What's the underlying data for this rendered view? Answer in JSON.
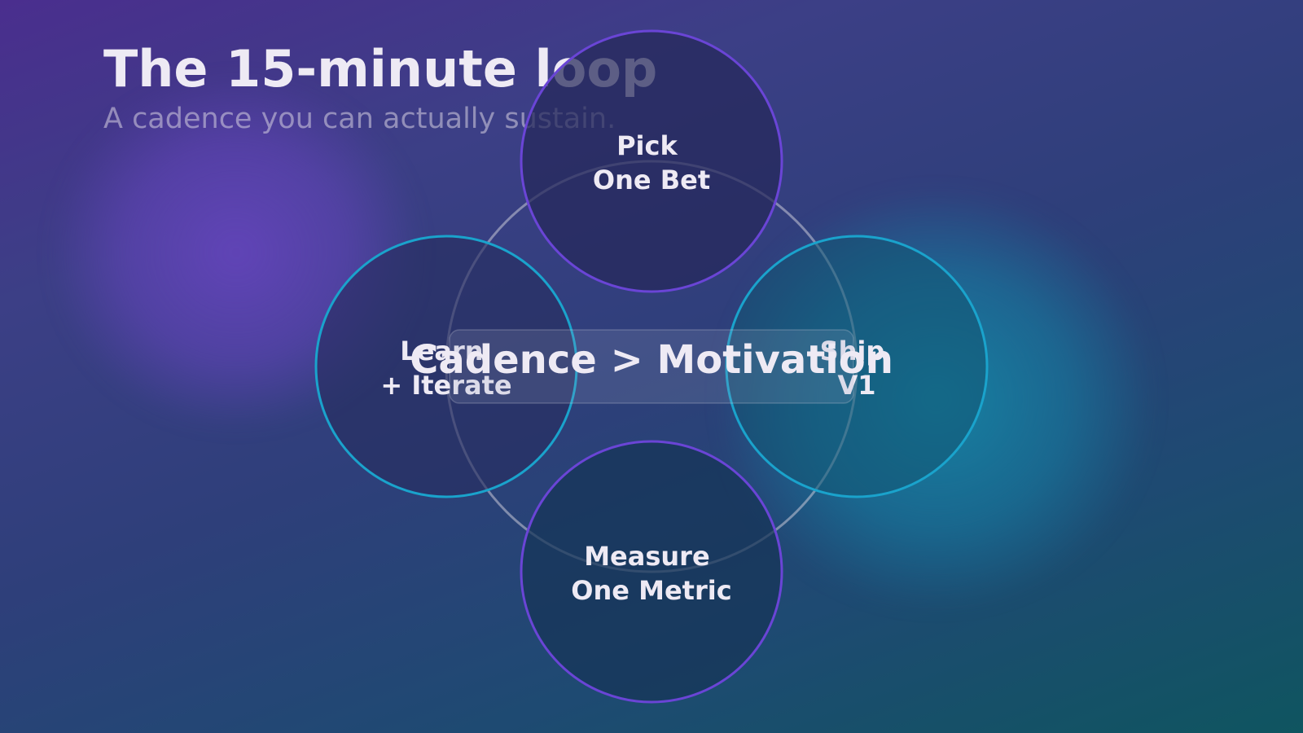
{
  "slide": {
    "title": "The 15-minute loop",
    "subtitle": "A cadence you can actually sustain."
  },
  "diagram": {
    "center_label": "Cadence > Motivation",
    "nodes": [
      {
        "lines": [
          "Pick",
          "One Bet"
        ],
        "color": "#6a45d6"
      },
      {
        "lines": [
          "Ship",
          "V1"
        ],
        "color": "#1aa3cc"
      },
      {
        "lines": [
          "Measure",
          "One Metric"
        ],
        "color": "#6a45d6"
      },
      {
        "lines": [
          "Learn",
          "+ Iterate"
        ],
        "color": "#1aa3cc"
      }
    ]
  },
  "colors": {
    "accent_purple": "#6a45d6",
    "accent_teal": "#1aa3cc",
    "text": "#eeeaf4"
  }
}
